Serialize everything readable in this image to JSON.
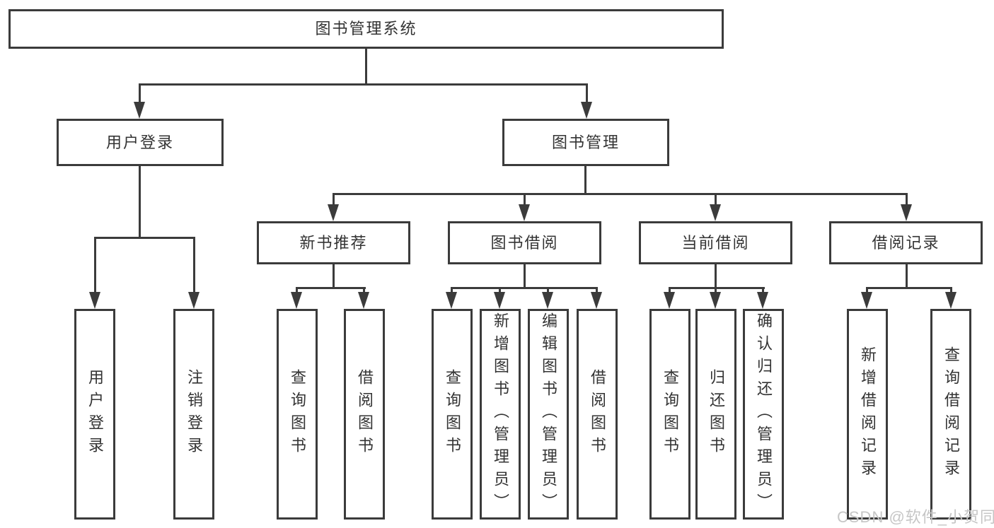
{
  "colors": {
    "line": "#3b3b3b",
    "text": "#333333",
    "watermark": "#c6c6c6",
    "background": "#ffffff"
  },
  "nodes": {
    "root": {
      "label": "图书管理系统"
    },
    "user_login": {
      "label": "用户登录"
    },
    "book_mgmt": {
      "label": "图书管理"
    },
    "new_book_rec": {
      "label": "新书推荐"
    },
    "book_borrow": {
      "label": "图书借阅"
    },
    "current_borrow": {
      "label": "当前借阅"
    },
    "borrow_record": {
      "label": "借阅记录"
    },
    "leaf_user_login": {
      "label": "用户登录"
    },
    "leaf_logout": {
      "label": "注销登录"
    },
    "leaf_query_book_1": {
      "label": "查询图书"
    },
    "leaf_borrow_book_1": {
      "label": "借阅图书"
    },
    "leaf_query_book_2": {
      "label": "查询图书"
    },
    "leaf_add_book": {
      "label": "新增图书（管理员）"
    },
    "leaf_edit_book": {
      "label": "编辑图书（管理员）"
    },
    "leaf_borrow_book_2": {
      "label": "借阅图书"
    },
    "leaf_query_book_3": {
      "label": "查询图书"
    },
    "leaf_return_book": {
      "label": "归还图书"
    },
    "leaf_confirm_return": {
      "label": "确认归还（管理员）"
    },
    "leaf_add_record": {
      "label": "新增借阅记录"
    },
    "leaf_query_record": {
      "label": "查询借阅记录"
    }
  },
  "watermark": {
    "text": "CSDN @软件_小贺同学"
  }
}
